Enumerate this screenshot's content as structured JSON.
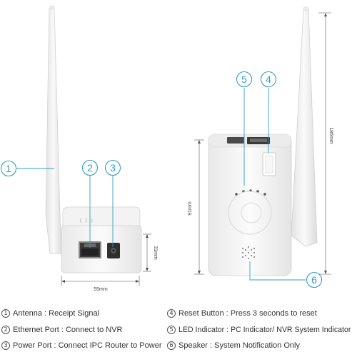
{
  "dimensions": {
    "width_label": "55mm",
    "height_label": "31mm",
    "tall_height_label": "91mm",
    "antenna_height_label": "186mm"
  },
  "callouts": [
    "1",
    "2",
    "3",
    "4",
    "5",
    "6"
  ],
  "legend": [
    {
      "num": "1",
      "text": "Antenna : Receipt Signal"
    },
    {
      "num": "2",
      "text": "Ethernet Port : Connect to NVR"
    },
    {
      "num": "3",
      "text": "Power Port : Connect IPC Router to Power"
    },
    {
      "num": "4",
      "text": "Reset Button : Press 3 seconds to reset"
    },
    {
      "num": "5",
      "text": "LED Indicator : PC Indicator/ NVR System Indicator"
    },
    {
      "num": "6",
      "text": "Speaker : System Notification Only"
    }
  ],
  "colors": {
    "callout": "#2f9fc6",
    "device_body": "#f4f4f4",
    "device_edge": "#d6d6d6",
    "port": "#3a3a3a"
  }
}
